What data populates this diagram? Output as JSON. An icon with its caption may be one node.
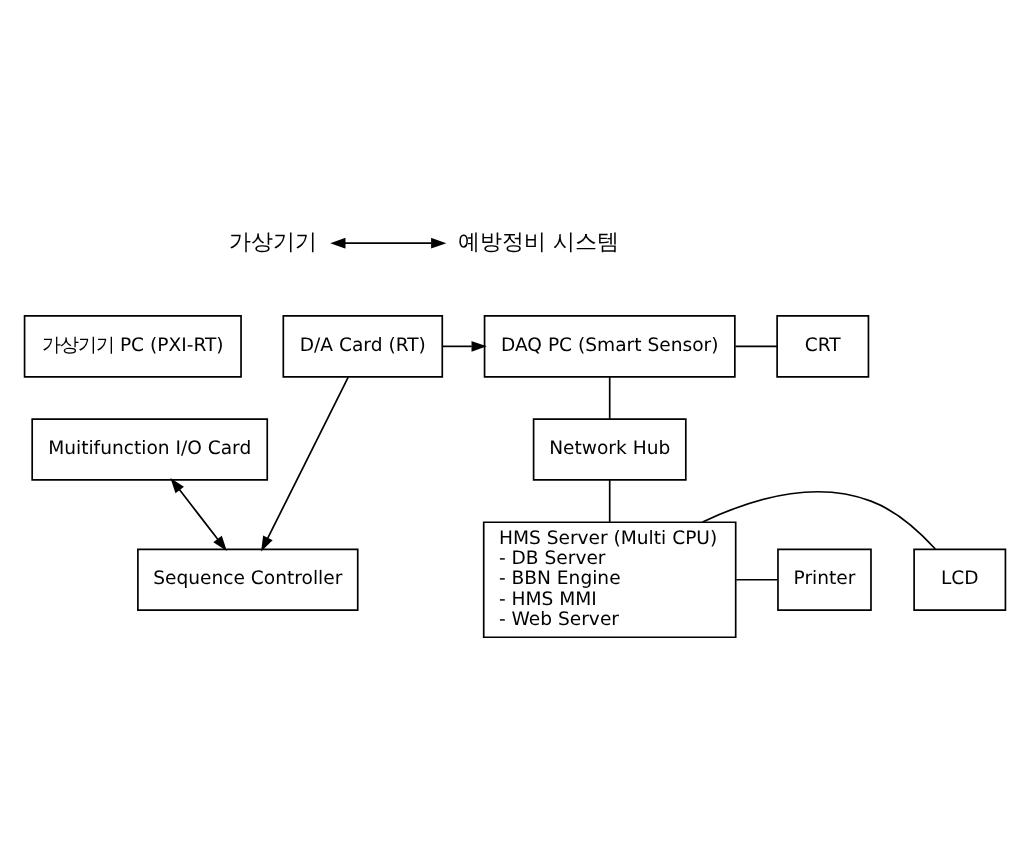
{
  "diagram": {
    "nodes": [
      {
        "text": [
          "가상기기 PC (PXI-RT)"
        ]
      },
      {
        "text": [
          "D/A Card (RT)"
        ]
      },
      {
        "text": [
          "Muitifunction I/O Card"
        ]
      },
      {
        "text": [
          "Sequence Controller"
        ]
      },
      {
        "text": [
          "DAQ PC (Smart Sensor)"
        ]
      },
      {
        "text": [
          "CRT"
        ]
      },
      {
        "text": [
          "Network Hub"
        ]
      },
      {
        "text": [
          "HMS Server (Multi CPU)",
          "- DB Server",
          "- BBN Engine",
          "- HMS MMI",
          "- Web Server"
        ]
      },
      {
        "text": [
          "LCD"
        ]
      },
      {
        "text": [
          "Printer"
        ]
      },
      {
        "text": [
          "가상기기"
        ]
      },
      {
        "text": [
          "예방정비 시스템"
        ]
      }
    ],
    "edges": [
      {
        "from": 10,
        "to": 11,
        "arrow": "both"
      },
      {
        "from": 1,
        "to": 4,
        "arrow": "to"
      },
      {
        "from": 1,
        "to": 3,
        "arrow": "to"
      },
      {
        "from": 2,
        "to": 3,
        "arrow": "both"
      },
      {
        "from": 4,
        "to": 5,
        "arrow": "none"
      },
      {
        "from": 4,
        "to": 6,
        "arrow": "none"
      },
      {
        "from": 6,
        "to": 7,
        "arrow": "none"
      },
      {
        "from": 7,
        "to": 8,
        "arrow": "none"
      },
      {
        "from": 7,
        "to": 9,
        "arrow": "none"
      }
    ]
  }
}
